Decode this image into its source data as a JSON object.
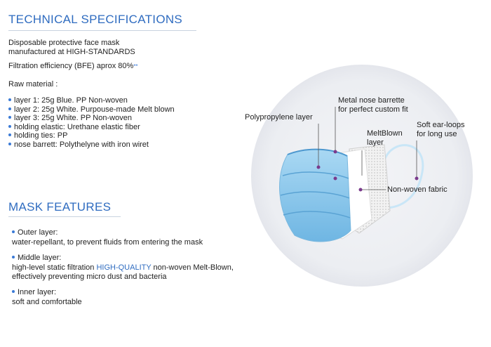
{
  "specs": {
    "heading": "TECHNICAL SPECIFICATIONS",
    "intro_line1": "Disposable protective face mask",
    "intro_line2": "manufactured at HIGH-STANDARDS",
    "filtration": "Filtration efficiency (BFE) aprox 80%",
    "filtration_mark": "**",
    "raw_material_label": "Raw material :",
    "raw_items": [
      "layer 1: 25g Blue. PP Non-woven",
      "layer 2: 25g White. Purpouse-made  Melt blown",
      "layer 3: 25g White. PP Non-woven",
      "holding elastic: Urethane elastic fiber",
      "holding ties: PP",
      "nose barrett: Polythelyne with iron wiret"
    ]
  },
  "features": {
    "heading": "MASK FEATURES",
    "outer_title": "Outer layer:",
    "outer_desc": "water-repellant, to prevent fluids from entering the mask",
    "middle_title": "Middle layer:",
    "middle_desc_pre": "high-level static filtration ",
    "middle_desc_highlight": "HIGH-QUALITY",
    "middle_desc_post": " non-woven Melt-Blown,",
    "middle_desc_line2": "effectively preventing micro dust and bacteria",
    "inner_title": "Inner layer:",
    "inner_desc": "soft and comfortable"
  },
  "diagram": {
    "label_polypropylene": "Polypropylene layer",
    "label_nose_line1": "Metal nose barrette",
    "label_nose_line2": "for perfect custom fit",
    "label_meltblown_line1": "MeltBlown",
    "label_meltblown_line2": "layer",
    "label_ear_line1": "Soft ear-loops",
    "label_ear_line2": "for long use",
    "label_nonwoven": "Non-woven fabric"
  },
  "colors": {
    "accent": "#2f6cc0",
    "mask_blue": "#8fc9ec",
    "backdrop": "#eeeff3"
  }
}
